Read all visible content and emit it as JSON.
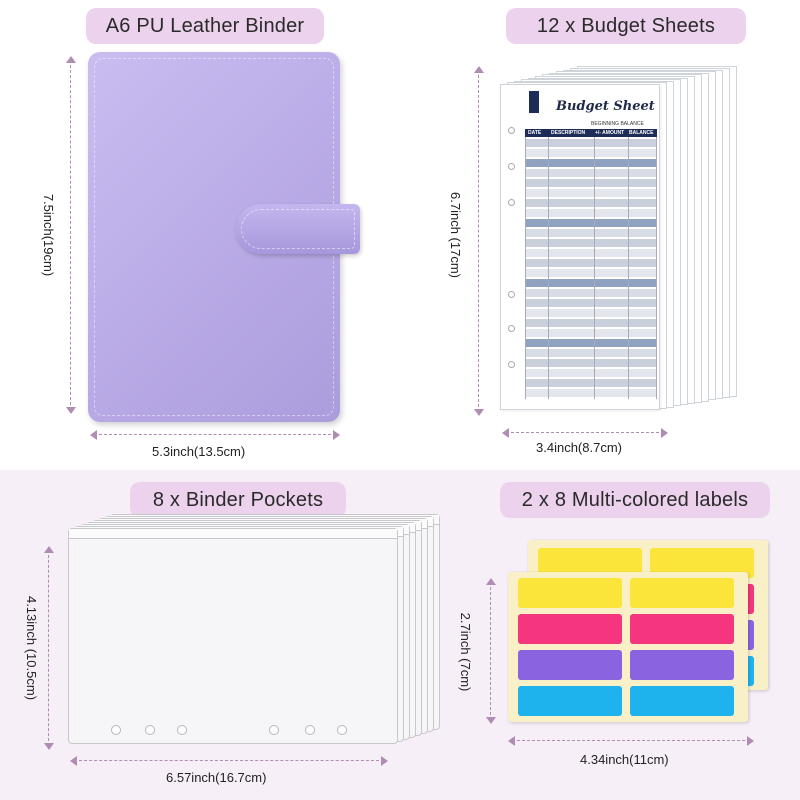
{
  "panels": {
    "binder": {
      "title": "A6 PU  Leather Binder",
      "height_label": "7.5inch(19cm)",
      "width_label": "5.3inch(13.5cm)",
      "color": "#b9aae6"
    },
    "sheets": {
      "title": "12 x  Budget Sheets",
      "height_label": "6.7inch  (17cm)",
      "width_label": "3.4inch(8.7cm)",
      "sheet_heading": "Budget Sheet",
      "balance_label": "BEGINNING BALANCE",
      "columns": [
        "DATE",
        "DESCRIPTION",
        "+/- AMOUNT",
        "BALANCE"
      ],
      "header_color": "#1e2c58"
    },
    "pockets": {
      "title": "8 x  Binder Pockets",
      "height_label": "4.13inch  (10.5cm)",
      "width_label": "6.57inch(16.7cm)"
    },
    "labels": {
      "title": "2 x  8 Multi-colored labels",
      "height_label": "2.7inch  (7cm)",
      "width_label": "4.34inch(11cm)",
      "colors": [
        "#fbe53a",
        "#f5367f",
        "#8a63e0",
        "#1fb3ee"
      ]
    }
  },
  "theme": {
    "pill_bg": "#ecd2ec",
    "band_bg": "#f7eff7",
    "arrow_color": "#b08bb3"
  }
}
